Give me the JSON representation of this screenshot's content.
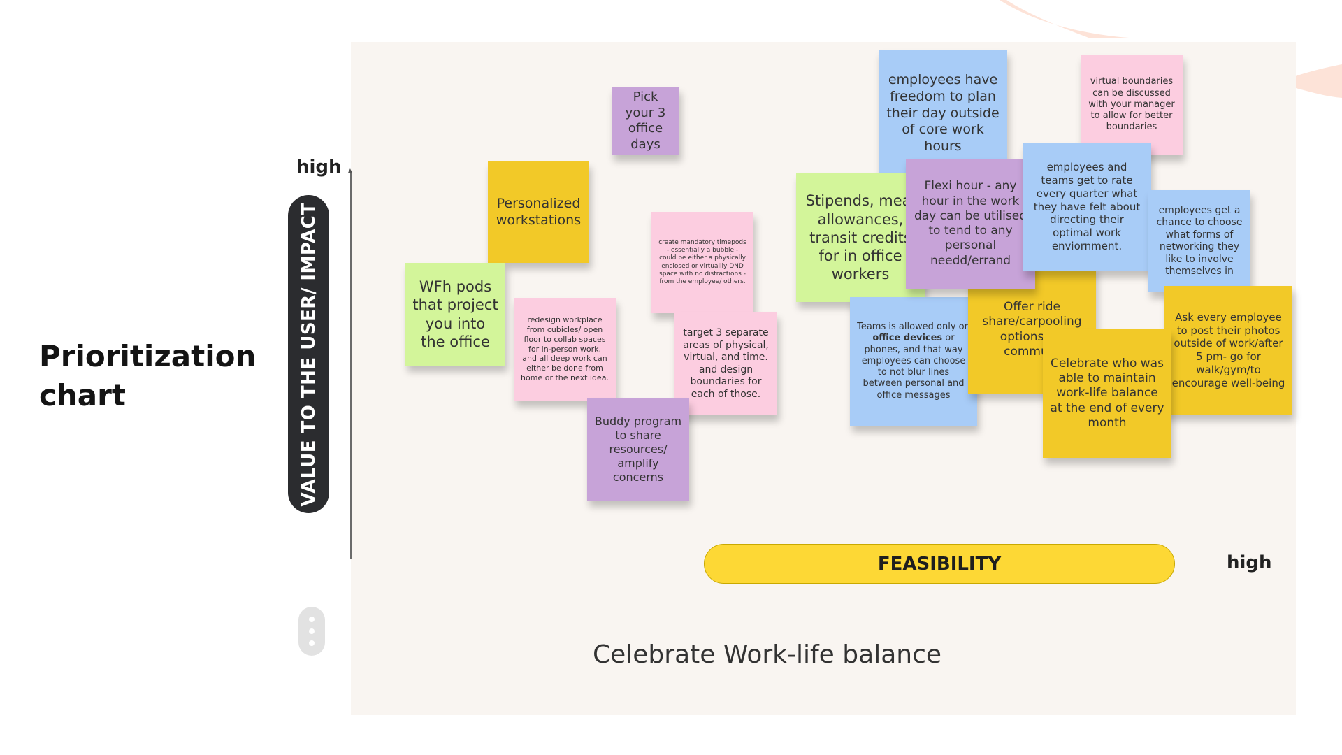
{
  "title": "Prioritization chart",
  "y_axis": {
    "label": "VALUE TO THE USER/ IMPACT",
    "high_label": "high"
  },
  "x_axis": {
    "label": "FEASIBILITY",
    "high_label": "high"
  },
  "caption": "Celebrate Work-life balance",
  "colors": {
    "yellow": "#f7d43a",
    "green": "#d3f59a",
    "pink": "#fccde0",
    "purple": "#c7a3d8",
    "blue": "#a8ccf7",
    "axis_pill_dark": "#2b2c2f",
    "feasibility_pill": "#fdd835"
  },
  "notes": {
    "pick_office_days": "Pick your 3 office days",
    "personalized_workstations": "Personalized workstations",
    "wfh_pods": "WFh pods that project you into the office",
    "mandatory_timepods": "create mandatory timepods - essentially a bubble - could be either a physically enclosed or virtuallly DND space with no distractions - from the employee/ others.",
    "redesign_workplace": "redesign workplace from cubicles/ open floor to collab spaces for in-person work, and all deep work can either be done from home or the next idea.",
    "target_areas": "target 3 separate areas of physical, virtual, and time. and design boundaries for each of those.",
    "buddy_program": "Buddy program to share resources/ amplify concerns",
    "freedom_to_plan": "employees have freedom to plan their day outside of core work hours",
    "virtual_boundaries": "virtual boundaries can be discussed with your manager to allow for better boundaries",
    "stipends": "Stipends, meal allowances, transit credits for in office workers",
    "flexi_hour": "Flexi hour - any hour in the work day can be utilised to tend to any personal needd/errand",
    "rate_every_quarter": "employees and teams get to rate every quarter what they have felt about directing their optimal work enviornment.",
    "networking_choice": "employees get a chance to choose what forms of networking they like to involve themselves in",
    "teams_pre": "Teams is allowed only on ",
    "teams_bold": "office devices",
    "teams_post": " or phones, and that way employees can choose to not blur lines between personal and office messages",
    "ride_share": "Offer ride share/carpooling options for commute",
    "post_photos": "Ask every employee to post their photos outside of work/after 5 pm- go for walk/gym/to encourage well-being",
    "celebrate": "Celebrate who was able to maintain work-life balance at the end of every month"
  }
}
